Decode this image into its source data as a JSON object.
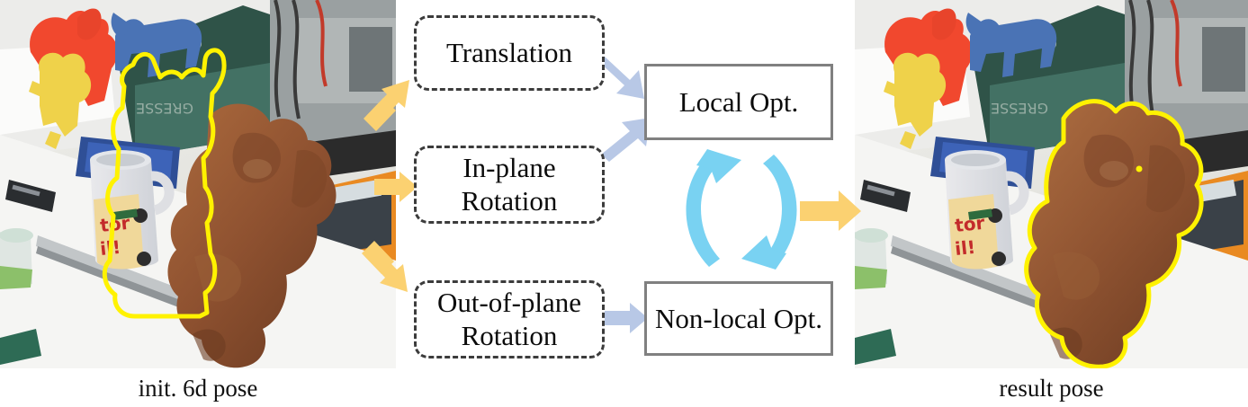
{
  "figure": {
    "type": "pipeline-diagram",
    "background": "#ffffff"
  },
  "panels": {
    "left": {
      "caption": "init. 6d pose",
      "contour_color": "#FFF200",
      "description": "desk scene photo with brown squirrel figurine, yellow initial pose contour"
    },
    "right": {
      "caption": "result pose",
      "contour_color": "#FFF200",
      "description": "desk scene photo with brown squirrel figurine, yellow fitted pose contour"
    }
  },
  "diagram": {
    "nodes": [
      {
        "id": "translation",
        "label": "Translation",
        "style": "dashed"
      },
      {
        "id": "inplane",
        "label": "In-plane\nRotation",
        "line1": "In-plane",
        "line2": "Rotation",
        "style": "dashed"
      },
      {
        "id": "outplane",
        "label": "Out-of-plane\nRotation",
        "line1": "Out-of-plane",
        "line2": "Rotation",
        "style": "dashed"
      },
      {
        "id": "local",
        "label": "Local Opt.",
        "style": "solid"
      },
      {
        "id": "nonlocal",
        "label": "Non-local Opt.",
        "style": "solid"
      }
    ],
    "arrows": {
      "input_color": "#FBD171",
      "link_color": "#B8C8E6",
      "cycle_color": "#79D2F2",
      "output_color": "#FBD171"
    }
  },
  "colors": {
    "dashed_border": "#3c3c3c",
    "solid_border": "#808080",
    "text": "#0b0b0b",
    "yellow_arrow": "#FBD171",
    "blue_grey_arrow": "#B8C8E6",
    "cyan_cycle": "#79D2F2",
    "contour_yellow": "#FFF200"
  }
}
